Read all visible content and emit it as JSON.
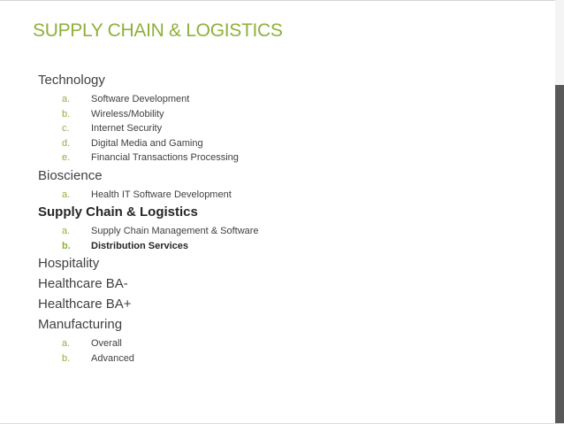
{
  "slide": {
    "title": "SUPPLY CHAIN & LOGISTICS",
    "accent_color": "#8fb03a",
    "text_color": "#404040",
    "categories": [
      {
        "label": "Technology",
        "items": [
          {
            "letter": "a.",
            "label": "Software Development"
          },
          {
            "letter": "b.",
            "label": "Wireless/Mobility"
          },
          {
            "letter": "c.",
            "label": "Internet Security"
          },
          {
            "letter": "d.",
            "label": "Digital Media and Gaming"
          },
          {
            "letter": "e.",
            "label": "Financial Transactions Processing"
          }
        ]
      },
      {
        "label": "Bioscience",
        "items": [
          {
            "letter": "a.",
            "label": "Health IT Software Development"
          }
        ]
      },
      {
        "label": "Supply Chain & Logistics",
        "highlighted": true,
        "items": [
          {
            "letter": "a.",
            "label": "Supply Chain Management & Software"
          },
          {
            "letter": "b.",
            "label": "Distribution Services",
            "highlighted": true
          }
        ]
      },
      {
        "label": "Hospitality",
        "items": []
      },
      {
        "label": "Healthcare BA-",
        "items": []
      },
      {
        "label": "Healthcare BA+",
        "items": []
      },
      {
        "label": "Manufacturing",
        "items": [
          {
            "letter": "a.",
            "label": "Overall"
          },
          {
            "letter": "b.",
            "label": "Advanced"
          }
        ]
      }
    ]
  }
}
